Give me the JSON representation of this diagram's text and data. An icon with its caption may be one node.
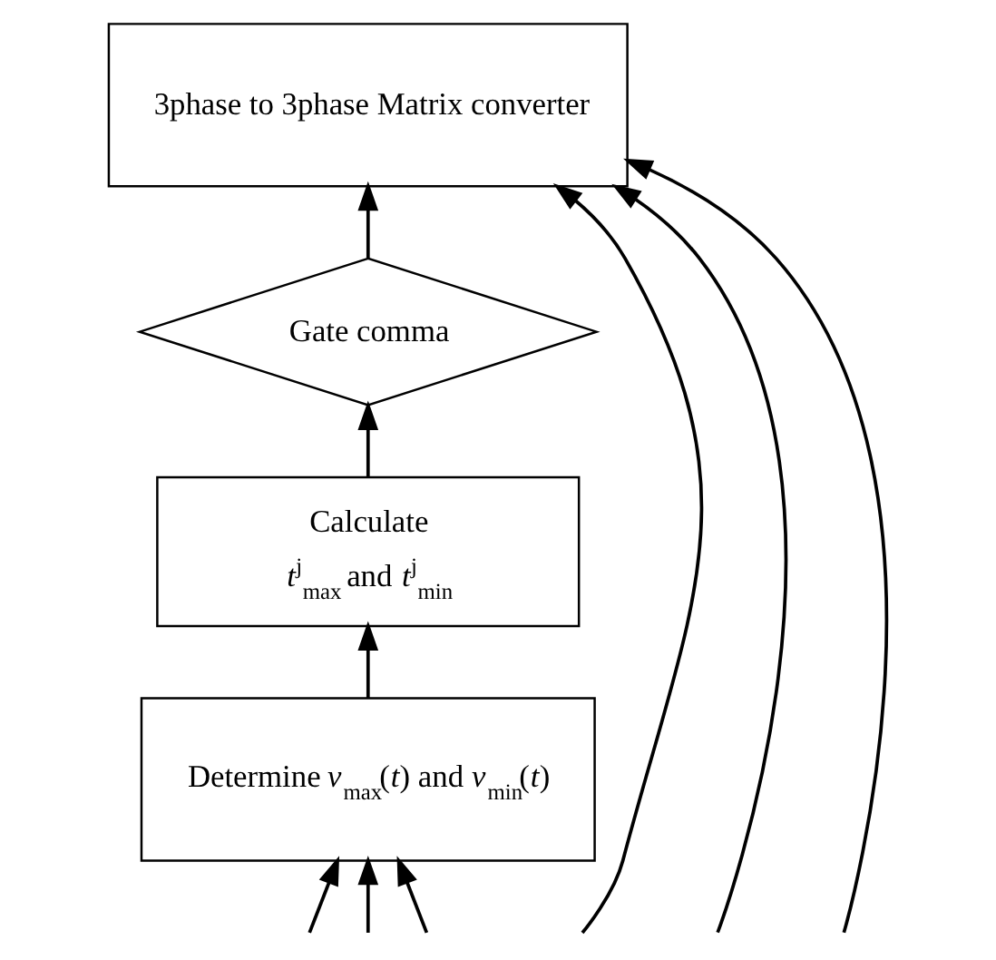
{
  "diagram": {
    "nodes": [
      {
        "text": [
          "3phase to 3phase Matrix converter"
        ]
      },
      {
        "text": [
          "Gate comma"
        ]
      },
      {
        "text": [
          "Calculate",
          "*t*$^{j}$$_{max}$ and *t*$^{j}$$_{min}$"
        ]
      },
      {
        "text": [
          "Determine *v*$_{max}$(*t*) and *v*$_{min}$(*t*)"
        ]
      }
    ],
    "edges": [
      {
        "from": null,
        "to": 0,
        "arrow": "to"
      },
      {
        "from": null,
        "to": 0,
        "arrow": "to"
      },
      {
        "from": null,
        "to": 0,
        "arrow": "to"
      },
      {
        "from": null,
        "to": 3,
        "arrow": "to"
      },
      {
        "from": null,
        "to": 3,
        "arrow": "to"
      },
      {
        "from": null,
        "to": 3,
        "arrow": "to"
      },
      {
        "from": 3,
        "to": 2,
        "arrow": "to"
      },
      {
        "from": 2,
        "to": 1,
        "arrow": "to"
      },
      {
        "from": 1,
        "to": 0,
        "arrow": "to"
      }
    ]
  }
}
